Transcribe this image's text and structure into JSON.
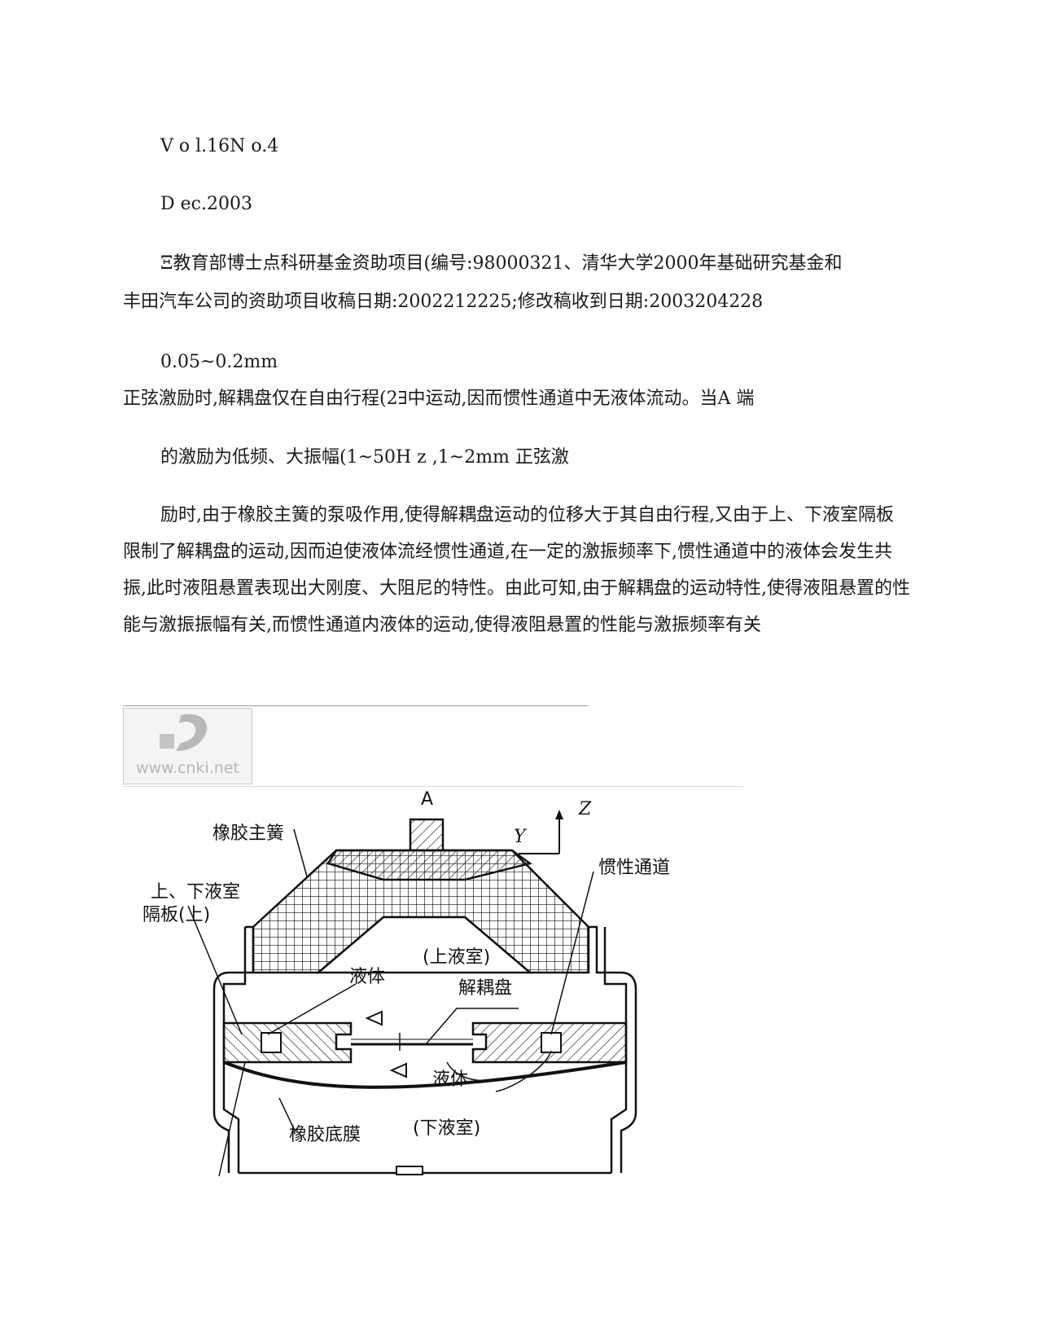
{
  "header": {
    "volume": "V o l.16N o.4",
    "date": "D ec.2003"
  },
  "footnote": {
    "line1": "Ξ教育部博士点科研基金资助项目(编号:98000321、清华大学2000年基础研究基金和",
    "line2": "丰田汽车公司的资助项目收稿日期:2002212225;修改稿收到日期:2003204228"
  },
  "body": {
    "line1": "0.05~0.2mm",
    "line2": "正弦激励时,解耦盘仅在自由行程(2∃中运动,因而惯性通道中无液体流动。当A 端",
    "line3": "的激励为低频、大振幅(1~50H z ,1~2mm 正弦激",
    "paragraph": "励时,由于橡胶主簧的泵吸作用,使得解耦盘运动的位移大于其自由行程,又由于上、下液室隔板限制了解耦盘的运动,因而迫使液体流经惯性通道,在一定的激振频率下,惯性通道中的液体会发生共振,此时液阻悬置表现出大刚度、大阻尼的特性。由此可知,由于解耦盘的运动特性,使得液阻悬置的性能与激振振幅有关,而惯性通道内液体的运动,使得液阻悬置的性能与激振频率有关"
  },
  "logo": {
    "text": "www.cnki.net",
    "icon": "cnki-logo-icon"
  },
  "figure": {
    "labels": {
      "a": "A",
      "z": "Z",
      "y": "Y",
      "rubber_spring": "橡胶主簧",
      "inertia_track": "惯性通道",
      "partition_1": "上、下液室",
      "partition_2": "隔板(上)",
      "upper_chamber": "(上液室)",
      "fluid_1": "液体",
      "decoupler": "解耦盘",
      "fluid_2": "液体",
      "rubber_diaphragm": "橡胶底膜",
      "lower_chamber": "(下液室)"
    }
  }
}
